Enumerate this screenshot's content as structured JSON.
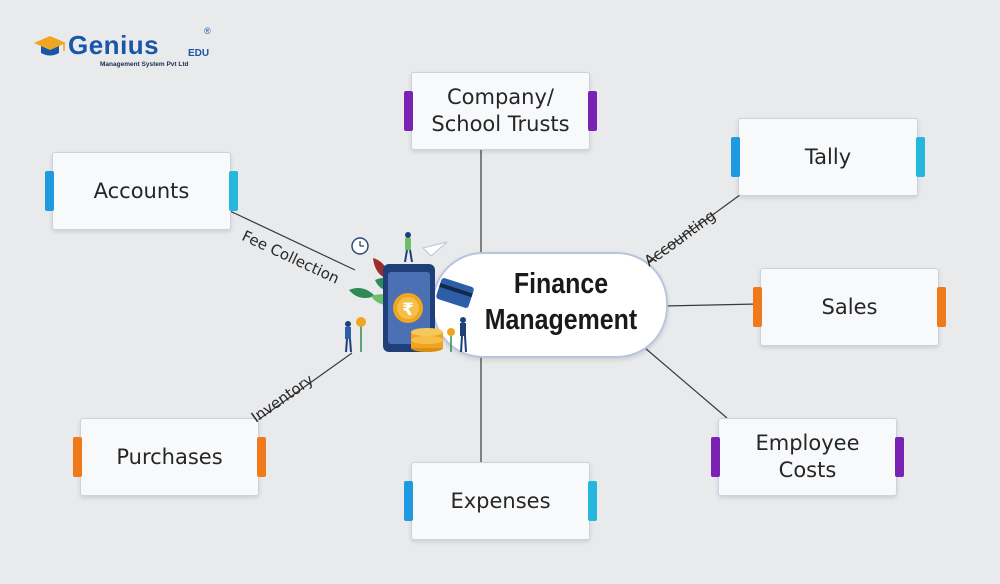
{
  "logo": {
    "name": "Genius",
    "edu": "EDU",
    "registered": "®",
    "subtitle": "Management System Pvt Ltd"
  },
  "center": {
    "title": "Finance\nManagement"
  },
  "nodes": {
    "company_trusts": "Company/\nSchool Trusts",
    "tally": "Tally",
    "accounts": "Accounts",
    "sales": "Sales",
    "purchases": "Purchases",
    "expenses": "Expenses",
    "employee_costs": "Employee\nCosts"
  },
  "edge_labels": {
    "fee_collection": "Fee Collection",
    "accounting": "Accounting",
    "inventory": "Inventory"
  },
  "illustration": {
    "currency_symbol": "₹"
  },
  "colors": {
    "background": "#e9eaec",
    "purple": "#7a22b4",
    "blue": "#1f9ae0",
    "orange": "#f07a1a",
    "brand_blue": "#1a56a8",
    "brand_gold": "#f0a520"
  }
}
